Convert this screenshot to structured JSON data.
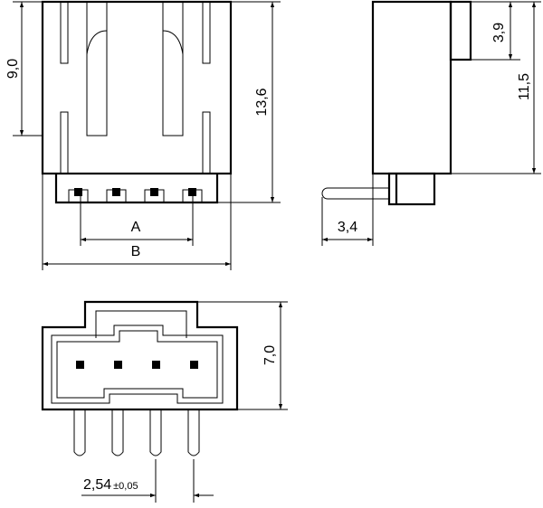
{
  "dimensions": {
    "front_height_9": "9,0",
    "front_height_13": "13,6",
    "label_A": "A",
    "label_B": "B",
    "side_tab": "3,9",
    "side_height": "11,5",
    "side_pin": "3,4",
    "bottom_height": "7,0",
    "pitch_main": "2,54",
    "pitch_tol": "±0,05"
  }
}
